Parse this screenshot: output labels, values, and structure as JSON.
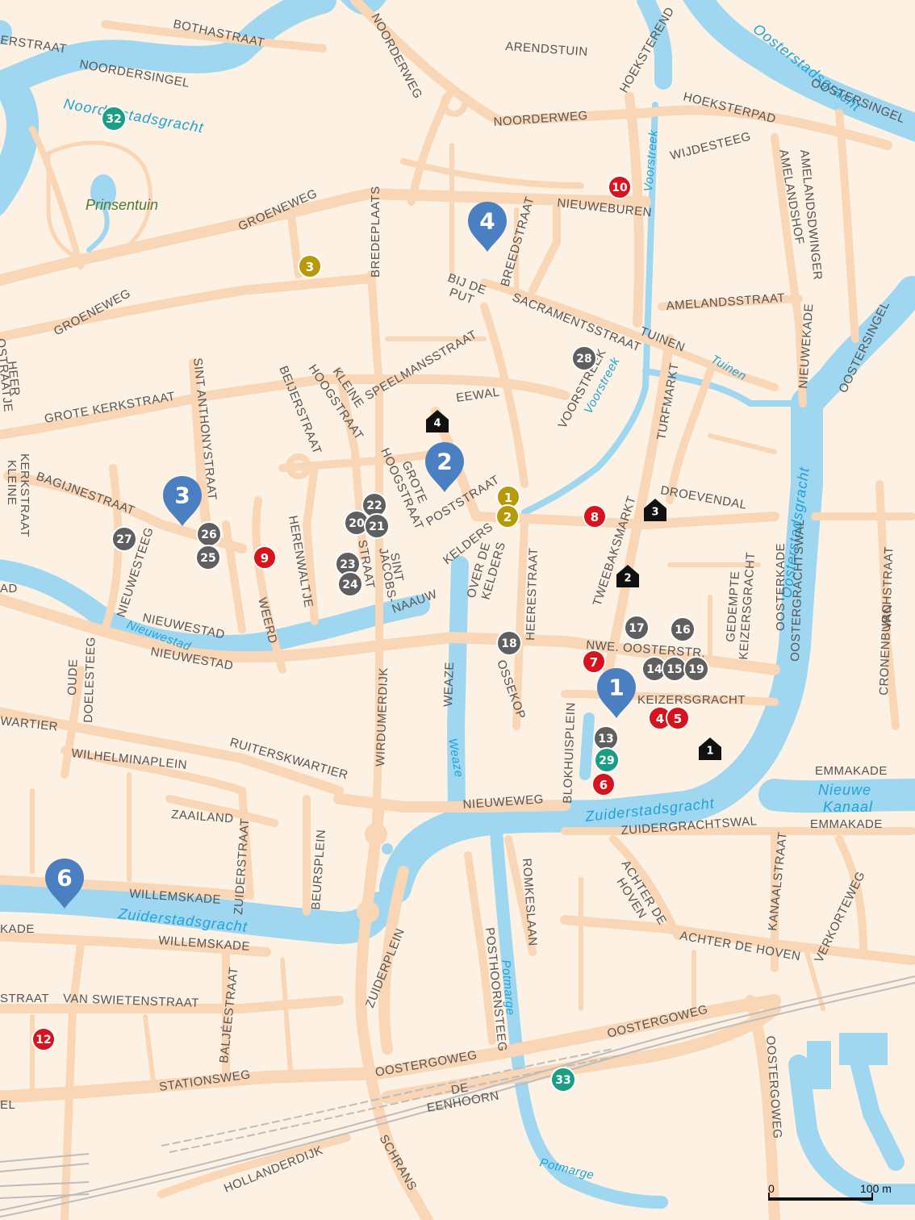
{
  "streets": {
    "bothastraat": "BOTHASTRAAT",
    "erstraat": "ERSTRAAT",
    "noordersingel": "NOORDERSINGEL",
    "noorderweg_top": "NOORDERWEG",
    "arendstuin": "ARENDSTUIN",
    "hoeksterend": "HOEKSTEREND",
    "hoeksterpad": "HOEKSTERPAD",
    "oostersingel_top": "OOSTERSINGEL",
    "noorderweg_mid": "NOORDERWEG",
    "wijdesteeg": "WIJDESTEEG",
    "amelandshof": "AMELANDSHOF",
    "amelandsdwinger": "AMELANDSDWINGER",
    "nieuweburen": "NIEUWEBUREN",
    "groeneweg_top": "GROENEWEG",
    "bredeplaats": "BREDEPLAATS",
    "breedstraat": "BREEDSTRAAT",
    "bij_de": "BIJ DE",
    "put": "PUT",
    "sacramentsstraat": "SACRAMENTSSTRAAT",
    "amelandsstraat": "AMELANDSSTRAAT",
    "groeneweg_left": "GROENEWEG",
    "tuinen": "TUINEN",
    "nieuwekade": "NIEUWEKADE",
    "oostersingel_right": "OOSTERSINGEL",
    "speelmansstraat": "SPEELMANSSTRAAT",
    "heer": "HEER",
    "ostraatje": "OSTRAATJE",
    "grote_kerkstraat": "GROTE KERKSTRAAT",
    "sint_anthonystraat": "SINT ANTHONYSTRAAT",
    "beijerstraat": "BEIJERSTRAAT",
    "kleine": "KLEINE",
    "hoogstraat_a": "HOOGSTRAAT",
    "eewal": "EEWAL",
    "voorstreek_street": "VOORSTREEK",
    "turfmarkt": "TURFMARKT",
    "grote": "GROTE",
    "hoogstraat_b": "HOOGSTRAAT",
    "poststraat": "POSTSTRAAT",
    "droevendal": "DROEVENDAL",
    "kleine_k": "KLEINE",
    "kerkstraat": "KERKSTRAAT",
    "bagijnestraat": "BAGIJNESTRAAT",
    "tweebaksmarkt": "TWEEBAKSMARKT",
    "oosterkade": "OOSTERKADE",
    "oosterstrachtswal": "OOSTERGRACHTSWAL",
    "herenwaltje": "HERENWALTJE",
    "sint": "SINT",
    "jacobs": "JACOBS-",
    "straat": "STRAAT",
    "kelders": "KELDERS",
    "over_de": "OVER DE",
    "kelders2": "KELDERS",
    "heerestraat": "HEERESTRAAT",
    "gedempte": "GEDEMPTE",
    "keizersgracht_v": "KEIZERSGRACHT",
    "van": "VAN",
    "cronenburchstraat": "CRONENBURCHSTRAAT",
    "nieuwesteeg": "NIEUWESTEEG",
    "nauw": "NAAUW",
    "nieuwestad1": "NIEUWESTAD",
    "nieuwestad2": "NIEUWESTAD",
    "weerd": "WEERD",
    "ad": "AD",
    "nwe_oosterstr": "NWE. OOSTERSTR.",
    "oude": "OUDE",
    "doelesteeg": "DOELESTEEG",
    "wirdumerdijk": "WIRDUMERDIJK",
    "weaze_street": "WEAZE",
    "ossekop": "OSSEKOP",
    "blokhuisplein": "BLOKHUISPLEIN",
    "keizersgracht": "KEIZERSGRACHT",
    "wartier": "WARTIER",
    "ruiterskwartier": "RUITERSKWARTIER",
    "wilhelminaplein": "WILHELMINAPLEIN",
    "emmakade1": "EMMAKADE",
    "nieuweweg": "NIEUWEWEG",
    "zaailand": "ZAAILAND",
    "zuiderstraat": "ZUIDERSTRAAT",
    "beursplein": "BEURSPLEIN",
    "zuidergrachtswal": "ZUIDERGRACHTSWAL",
    "emmakade2": "EMMAKADE",
    "romkeslaan": "ROMKESLAAN",
    "achter_de": "ACHTER DE",
    "hoven": "HOVEN",
    "kanaalstraat": "KANAALSTRAAT",
    "verkorteweg": "VERKORTEWEG",
    "willemskade1": "WILLEMSKADE",
    "kade": "KADE",
    "willemskade2": "WILLEMSKADE",
    "zuiderplein": "ZUIDERPLEIN",
    "posthoornsteeg": "POSTHOORNSTEEG",
    "achter_de_hoven": "ACHTER DE HOVEN",
    "straat_left": "STRAAT",
    "van_swietenstraat": "VAN SWIETENSTRAAT",
    "baljeestraat": "BALJÉESTRAAT",
    "oostergoweg1": "OOSTERGOWEG",
    "oostergoweg2": "OOSTERGOWEG",
    "stationsweg": "STATIONSWEG",
    "de": "DE",
    "eenhoorn": "EENHOORN",
    "oostergoweg3": "OOSTERGOWEG",
    "el": "EL",
    "hollanderdijk": "HOLLANDERDIJK",
    "schrans": "SCHRANS"
  },
  "water_labels": {
    "noorderstadsgracht": "Noorderstadsgracht",
    "oosterstadsgracht_top": "Oosterstadsgracht",
    "voorstreek1": "Voorstreek",
    "voorstreek2": "Voorstreek",
    "tuinen": "Tuinen",
    "oosterstadsgracht_right": "Oosterstadsgracht",
    "nieuwestad": "Nieuwestad",
    "weaze": "Weaze",
    "zuiderstadsgracht_right": "Zuiderstadsgracht",
    "nieuwe": "Nieuwe",
    "kanaal": "Kanaal",
    "zuiderstadsgracht_left": "Zuiderstadsgracht",
    "potmarge1": "Potmarge",
    "potmarge2": "Potmarge"
  },
  "park_label": "Prinsentuin",
  "scale": {
    "start": "0",
    "end": "100 m"
  },
  "colors": {
    "background": "#fdf1e4",
    "road": "#f9d6b5",
    "water": "#9fd6f0",
    "water_text": "#1fa3d8",
    "pin_blue": "#4a7fc1",
    "red": "#d7141d",
    "gray": "#5f5f5f",
    "gold": "#b79a08",
    "teal": "#1a9e84",
    "black": "#111111"
  },
  "markers": {
    "pin_1": "1",
    "pin_2": "2",
    "pin_3": "3",
    "pin_4": "4",
    "pin_6": "6",
    "red_4": "4",
    "red_5": "5",
    "red_6": "6",
    "red_7": "7",
    "red_8": "8",
    "red_9": "9",
    "red_10": "10",
    "red_12": "12",
    "gray_13": "13",
    "gray_14": "14",
    "gray_15": "15",
    "gray_16": "16",
    "gray_17": "17",
    "gray_18": "18",
    "gray_19": "19",
    "gray_20": "20",
    "gray_21": "21",
    "gray_22": "22",
    "gray_23": "23",
    "gray_24": "24",
    "gray_25": "25",
    "gray_26": "26",
    "gray_27": "27",
    "gray_28": "28",
    "gold_1": "1",
    "gold_2": "2",
    "gold_3": "3",
    "teal_29": "29",
    "teal_32": "32",
    "teal_33": "33",
    "house_1": "1",
    "house_2": "2",
    "house_3": "3",
    "house_4": "4"
  }
}
